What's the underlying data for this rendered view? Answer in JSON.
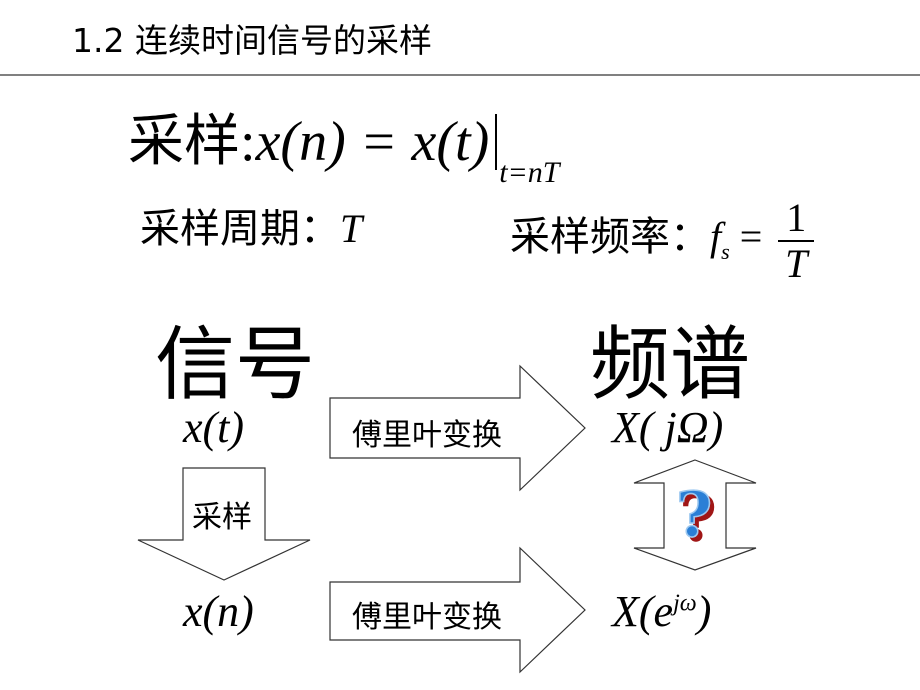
{
  "header": {
    "title": "1.2  连续时间信号的采样"
  },
  "formula": {
    "label": "采样:",
    "lhs": "x(n) = x(t)",
    "sub": "t=nT"
  },
  "sampling_period": {
    "label": "采样周期：",
    "value": "T"
  },
  "sampling_freq": {
    "label": "采样频率：",
    "lhs": "f",
    "sub": "s",
    "eq": "=",
    "num": "1",
    "den": "T"
  },
  "diagram": {
    "signal_heading": "信号",
    "spectrum_heading": "频谱",
    "xt": "x(t)",
    "xn": "x(n)",
    "Xjw": "X( jΩ)",
    "Xejw_base": "X(e",
    "Xejw_sup": "jω",
    "Xejw_end": ")",
    "ft_label_1": "傅里叶变换",
    "ft_label_2": "傅里叶变换",
    "sample_label": "采样",
    "question_icon": "question-mark-icon"
  }
}
